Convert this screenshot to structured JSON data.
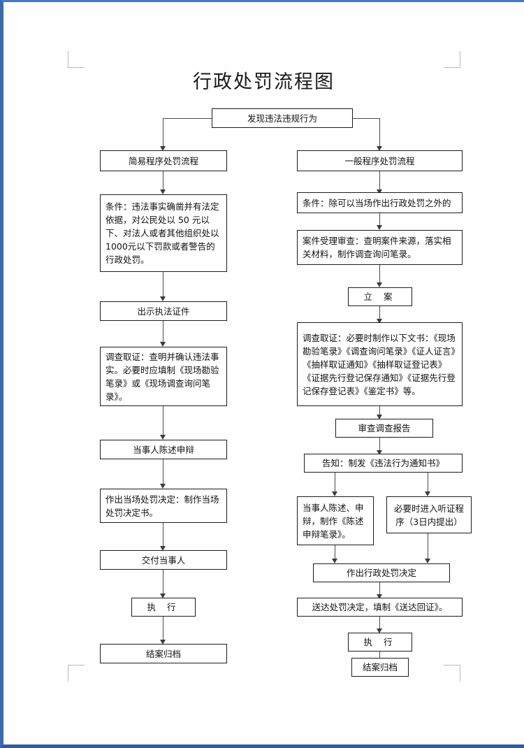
{
  "document": {
    "title": "行政处罚流程图",
    "border_color": "#3a6ab0",
    "line_color": "#4a4a4a"
  },
  "flow": {
    "start": {
      "label": "发现违法违规行为"
    },
    "simple_branch": {
      "header": "简易程序处罚流程",
      "steps": [
        "条件：违法事实确凿并有法定依据，对公民处以 50 元以下、对法人或者其他组织处以1000元以下罚款或者警告的行政处罚。",
        "出示执法证件",
        "调查取证：查明并确认违法事实。必要时应填制《现场勘验笔录》或《现场调查询问笔录》。",
        "当事人陈述申辩",
        "作出当场处罚决定：制作当场处罚决定书。",
        "交付当事人",
        "执 行",
        "结案归档"
      ]
    },
    "general_branch": {
      "header": "一般程序处罚流程",
      "steps": [
        "条件：除可以当场作出行政处罚之外的",
        "案件受理审查：查明案件来源，落实相关材料，制作调查询问笔录。",
        "立 案",
        "调查取证：必要时制作以下文书：《现场勘验笔录》《调查询问笔录》《证人证言》《抽样取证通知》《抽样取证登记表》《证据先行登记保存通知》《证据先行登记保存登记表》《鉴定书》等。",
        "审查调查报告",
        "告知：制发《违法行为通知书》"
      ],
      "parallel": [
        "当事人陈述、申辩，制作《陈述申辩笔录》。",
        "必要时进入听证程序（3日内提出）"
      ],
      "tail": [
        "作出行政处罚决定",
        "送达处罚决定，填制《送达回证》。",
        "执 行",
        "结案归档"
      ]
    }
  }
}
